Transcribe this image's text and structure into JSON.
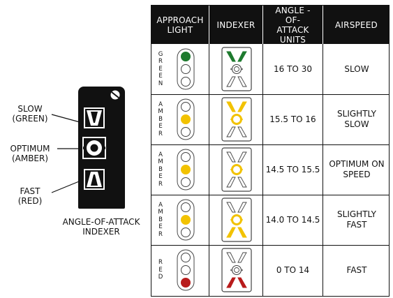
{
  "device": {
    "callouts": [
      {
        "line1": "SLOW",
        "line2": "(GREEN)"
      },
      {
        "line1": "OPTIMUM",
        "line2": "(AMBER)"
      },
      {
        "line1": "FAST",
        "line2": "(RED)"
      }
    ],
    "caption_line1": "ANGLE-OF-ATTACK",
    "caption_line2": "INDEXER"
  },
  "table": {
    "headers": {
      "approach_light": "APPROACH LIGHT",
      "indexer": "INDEXER",
      "aoa_units": "ANGLE -OF- ATTACK UNITS",
      "airspeed": "AIRSPEED"
    },
    "rows": [
      {
        "light_word": "GREEN",
        "lit": "top",
        "lit_color": "#1e7a2e",
        "indexer_state": "slow",
        "units": "16 TO 30",
        "airspeed": "SLOW"
      },
      {
        "light_word": "AMBER",
        "lit": "middle",
        "lit_color": "#f2c200",
        "indexer_state": "slightly-slow",
        "units": "15.5 TO 16",
        "airspeed": "SLIGHTLY SLOW"
      },
      {
        "light_word": "AMBER",
        "lit": "middle",
        "lit_color": "#f2c200",
        "indexer_state": "optimum",
        "units": "14.5 TO 15.5",
        "airspeed": "OPTIMUM ON SPEED"
      },
      {
        "light_word": "AMBER",
        "lit": "middle",
        "lit_color": "#f2c200",
        "indexer_state": "slightly-fast",
        "units": "14.0 TO 14.5",
        "airspeed": "SLIGHTLY FAST"
      },
      {
        "light_word": "RED",
        "lit": "bottom",
        "lit_color": "#b81b1b",
        "indexer_state": "fast",
        "units": "0 TO 14",
        "airspeed": "FAST"
      }
    ]
  },
  "colors": {
    "green": "#1e7a2e",
    "amber": "#f2c200",
    "red": "#b81b1b",
    "dark": "#111111",
    "outline": "#444444"
  }
}
